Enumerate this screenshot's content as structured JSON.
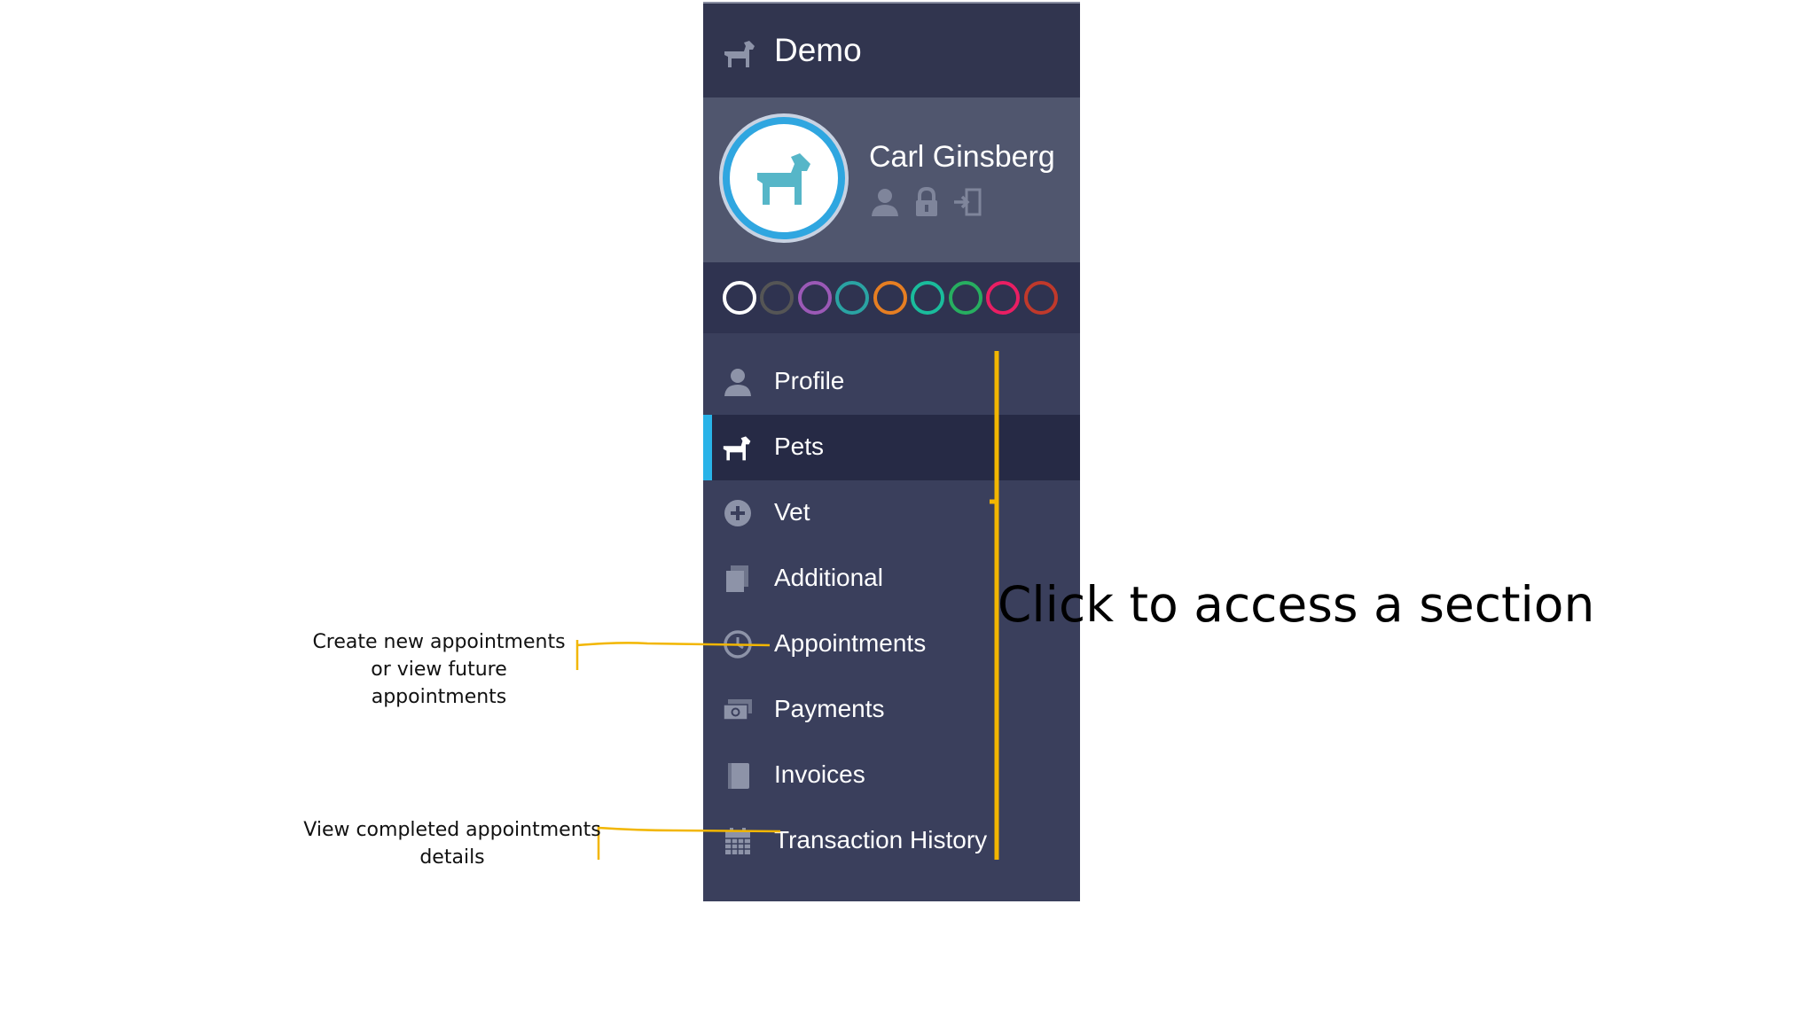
{
  "brand": {
    "title": "Demo",
    "icon": "dog-icon"
  },
  "profile": {
    "name": "Carl Ginsberg",
    "avatar_icon": "dog-icon",
    "actions": [
      {
        "name": "user-profile-icon"
      },
      {
        "name": "lock-icon"
      },
      {
        "name": "sign-out-icon"
      }
    ]
  },
  "theme_swatches": [
    {
      "color": "#ffffff"
    },
    {
      "color": "#555555"
    },
    {
      "color": "#9b59b6"
    },
    {
      "color": "#2aa3a3"
    },
    {
      "color": "#e67e22"
    },
    {
      "color": "#1abc9c"
    },
    {
      "color": "#27ae60"
    },
    {
      "color": "#e91e63"
    },
    {
      "color": "#c0392b"
    }
  ],
  "nav": {
    "active": "Pets",
    "items": [
      {
        "label": "Profile",
        "icon": "user-icon"
      },
      {
        "label": "Pets",
        "icon": "dog-icon"
      },
      {
        "label": "Vet",
        "icon": "plus-circle-icon"
      },
      {
        "label": "Additional",
        "icon": "copy-icon"
      },
      {
        "label": "Appointments",
        "icon": "clock-icon"
      },
      {
        "label": "Payments",
        "icon": "money-icon"
      },
      {
        "label": "Invoices",
        "icon": "book-icon"
      },
      {
        "label": "Transaction History",
        "icon": "calendar-icon"
      }
    ]
  },
  "annotations": {
    "main": "Click to access a section",
    "appointments_note": "Create new appointments or view future appointments",
    "history_note": "View completed appointments details",
    "line_color": "#f2b600"
  }
}
